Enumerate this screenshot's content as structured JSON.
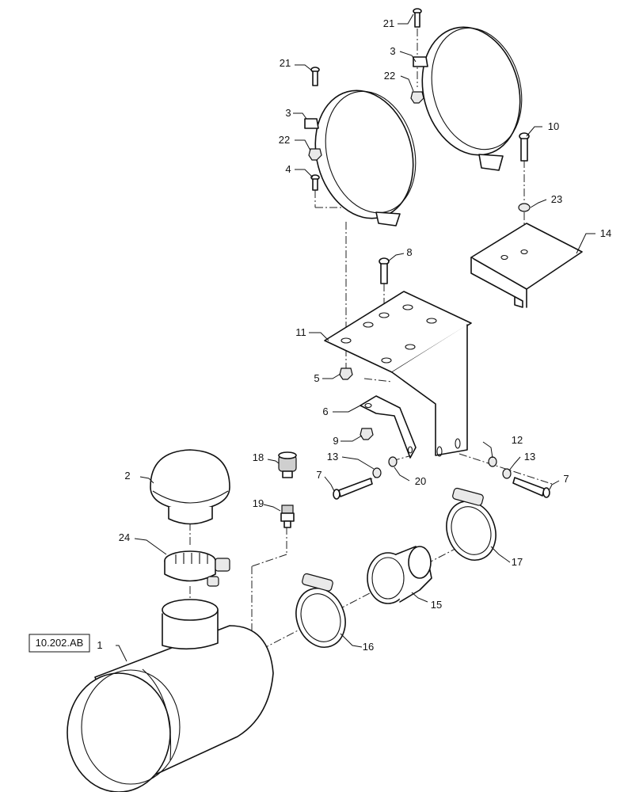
{
  "reference": {
    "text": "10.202.AB"
  },
  "callouts": [
    {
      "id": "c1",
      "text": "1"
    },
    {
      "id": "c2",
      "text": "2"
    },
    {
      "id": "c3a",
      "text": "3"
    },
    {
      "id": "c3b",
      "text": "3"
    },
    {
      "id": "c4",
      "text": "4"
    },
    {
      "id": "c5",
      "text": "5"
    },
    {
      "id": "c6",
      "text": "6"
    },
    {
      "id": "c7a",
      "text": "7"
    },
    {
      "id": "c7b",
      "text": "7"
    },
    {
      "id": "c8",
      "text": "8"
    },
    {
      "id": "c9",
      "text": "9"
    },
    {
      "id": "c10",
      "text": "10"
    },
    {
      "id": "c11",
      "text": "11"
    },
    {
      "id": "c12",
      "text": "12"
    },
    {
      "id": "c13a",
      "text": "13"
    },
    {
      "id": "c13b",
      "text": "13"
    },
    {
      "id": "c14",
      "text": "14"
    },
    {
      "id": "c15",
      "text": "15"
    },
    {
      "id": "c16",
      "text": "16"
    },
    {
      "id": "c17",
      "text": "17"
    },
    {
      "id": "c18",
      "text": "18"
    },
    {
      "id": "c19",
      "text": "19"
    },
    {
      "id": "c20",
      "text": "20"
    },
    {
      "id": "c21a",
      "text": "21"
    },
    {
      "id": "c21b",
      "text": "21"
    },
    {
      "id": "c22a",
      "text": "22"
    },
    {
      "id": "c22b",
      "text": "22"
    },
    {
      "id": "c23",
      "text": "23"
    },
    {
      "id": "c24",
      "text": "24"
    }
  ]
}
